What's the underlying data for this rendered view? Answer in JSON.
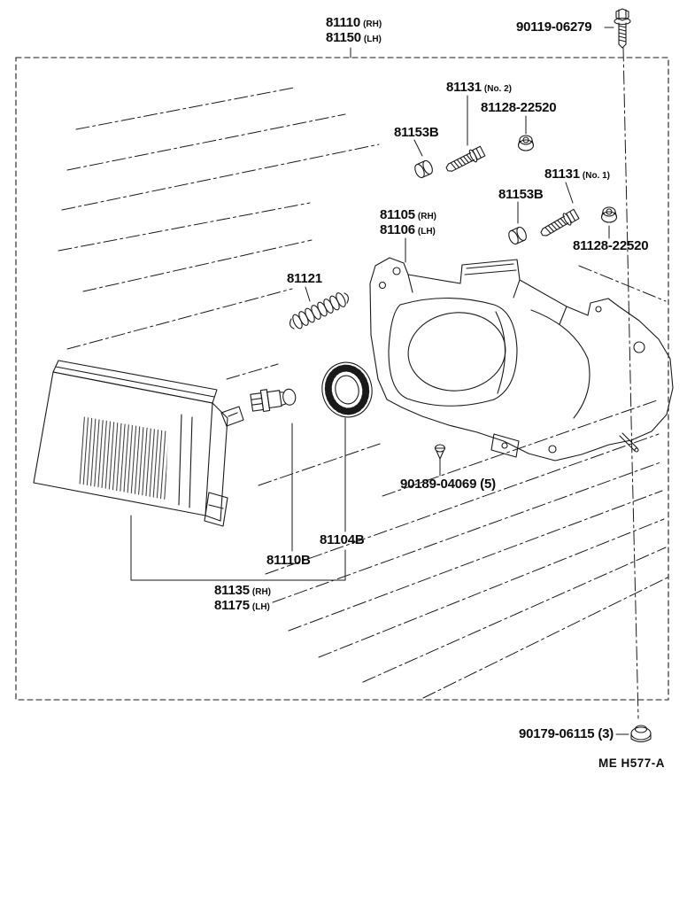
{
  "diagram": {
    "footer_code": "ME  H577-A",
    "parts": {
      "headlamp_assy": {
        "rh_num": "81110",
        "rh_tag": "(RH)",
        "lh_num": "81150",
        "lh_tag": "(LH)"
      },
      "bolt_top": {
        "num": "90119-06279"
      },
      "bolt_no2": {
        "num": "81131",
        "tag": "(No. 2)"
      },
      "nut_no2": {
        "num": "81128-22520"
      },
      "grommet_a": {
        "num": "81153B"
      },
      "housing": {
        "rh_num": "81105",
        "rh_tag": "(RH)",
        "lh_num": "81106",
        "lh_tag": "(LH)"
      },
      "bolt_no1": {
        "num": "81131",
        "tag": "(No. 1)"
      },
      "grommet_b": {
        "num": "81153B"
      },
      "nut_no1": {
        "num": "81128-22520"
      },
      "spring": {
        "num": "81121"
      },
      "screw": {
        "num": "90189-04069 (5)"
      },
      "ring": {
        "num": "81104B"
      },
      "bulb": {
        "num": "81110B"
      },
      "lens": {
        "rh_num": "81135",
        "rh_tag": "(RH)",
        "lh_num": "81175",
        "lh_tag": "(LH)"
      },
      "nut_bottom": {
        "num": "90179-06115 (3)"
      }
    }
  }
}
